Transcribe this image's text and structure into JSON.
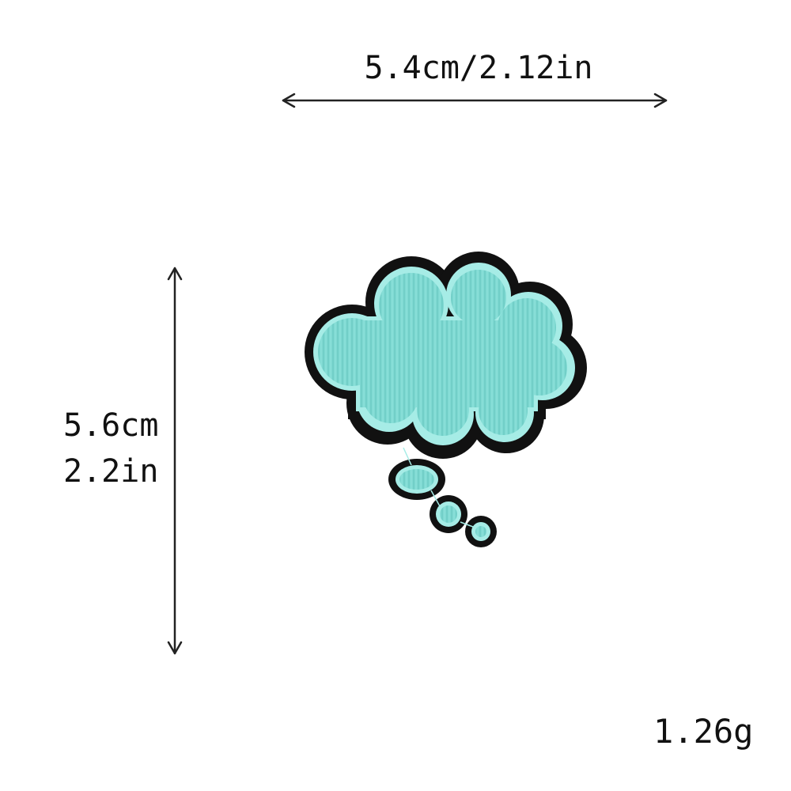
{
  "dimensions": {
    "width_text": "5.4cm/2.12in",
    "height_cm_text": "5.6cm",
    "height_in_text": "2.2in"
  },
  "weight_text": "1.26g",
  "colors": {
    "patch_fill": "#7fd9d2",
    "patch_stitch": "#a6ece6",
    "patch_border": "#111111",
    "arrow": "#222222",
    "background": "#ffffff"
  },
  "icons": {
    "product": "thought-bubble-patch-icon",
    "width_arrow": "double-arrow-horizontal-icon",
    "height_arrow": "double-arrow-vertical-icon"
  }
}
